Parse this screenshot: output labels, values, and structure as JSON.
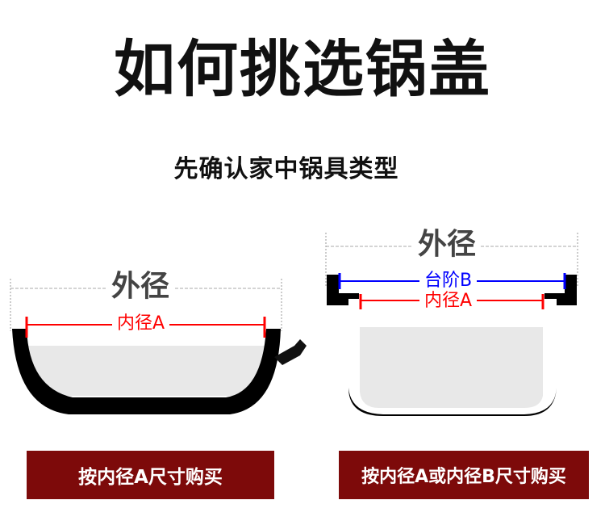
{
  "title": "如何挑选锅盖",
  "subtitle": "先确认家中锅具类型",
  "left_diagram": {
    "outer_label": "外径",
    "inner_label": "内径A",
    "button": "按内径A尺寸购买"
  },
  "right_diagram": {
    "outer_label": "外径",
    "step_label": "台阶B",
    "inner_label": "内径A",
    "button": "按内径A或内径B尺寸购买"
  },
  "colors": {
    "button_bg": "#7d0a0a",
    "inner": "#ff0000",
    "step": "#0000ff",
    "outer": "#444444"
  }
}
